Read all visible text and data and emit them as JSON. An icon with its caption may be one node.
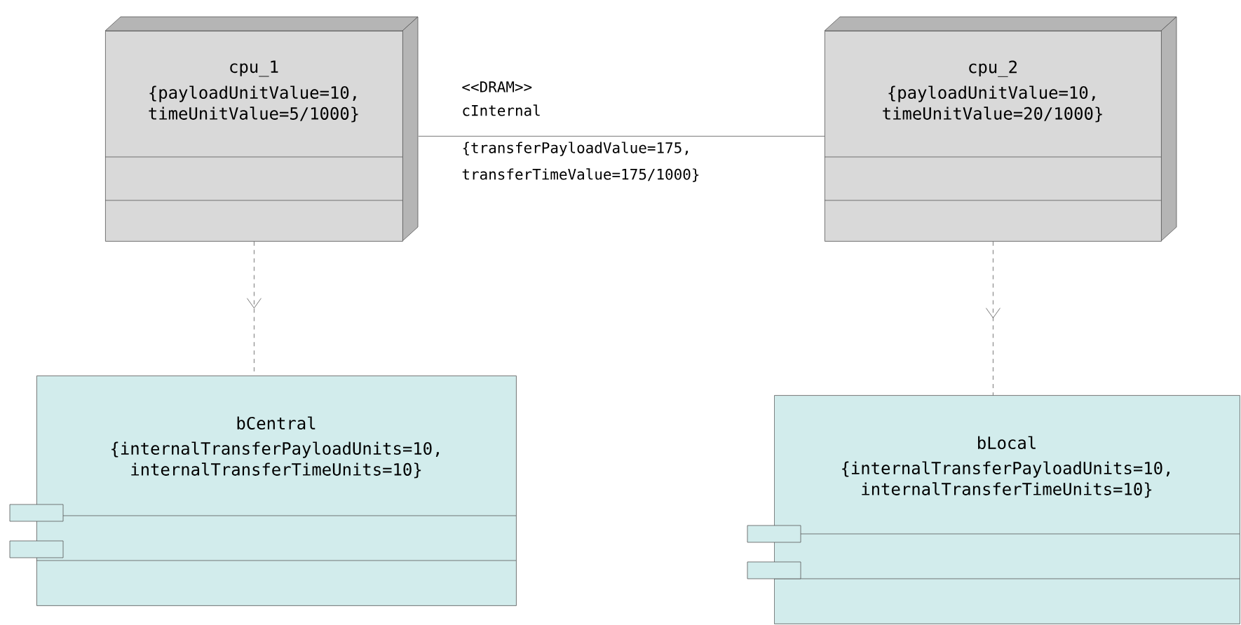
{
  "diagram": {
    "nodes": [
      {
        "text": [
          "cpu_1",
          "{payloadUnitValue=10, timeUnitValue=5/1000}"
        ]
      },
      {
        "text": [
          "cpu_2",
          "{payloadUnitValue=10, timeUnitValue=20/1000}"
        ]
      },
      {
        "text": [
          "bCentral",
          "{internalTransferPayloadUnits=10, internalTransferTimeUnits=10}"
        ]
      },
      {
        "text": [
          "bLocal",
          "{internalTransferPayloadUnits=10, internalTransferTimeUnits=10}"
        ]
      }
    ],
    "edges": [
      {
        "from": 0,
        "to": 1,
        "arrow": "none",
        "label": "<<DRAM>> cInternal"
      },
      {
        "from": 0,
        "to": 2,
        "arrow": "to",
        "style": "dashed"
      },
      {
        "from": 1,
        "to": 3,
        "arrow": "to",
        "style": "dashed"
      }
    ],
    "labels": [
      "{transferPayloadValue=175, transferTimeValue=175/1000}"
    ]
  }
}
